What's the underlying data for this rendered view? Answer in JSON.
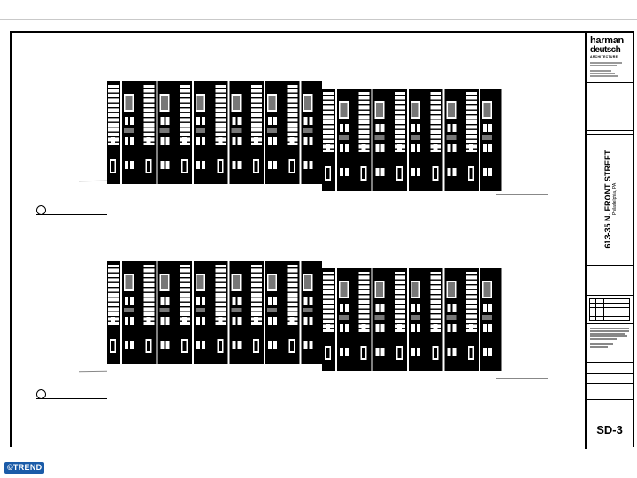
{
  "title_block": {
    "logo_line1": "harman",
    "logo_line2": "deutsch",
    "logo_line3": "ARCHITECTURE",
    "project_name": "613-35 N. FRONT STREET",
    "project_city": "Philadelphia, PA",
    "sheet_number": "SD-3"
  },
  "watermark": {
    "text": "©TREND"
  },
  "colors": {
    "ink": "#000000",
    "paper": "#ffffff",
    "watermark": "#1a5ba8"
  }
}
